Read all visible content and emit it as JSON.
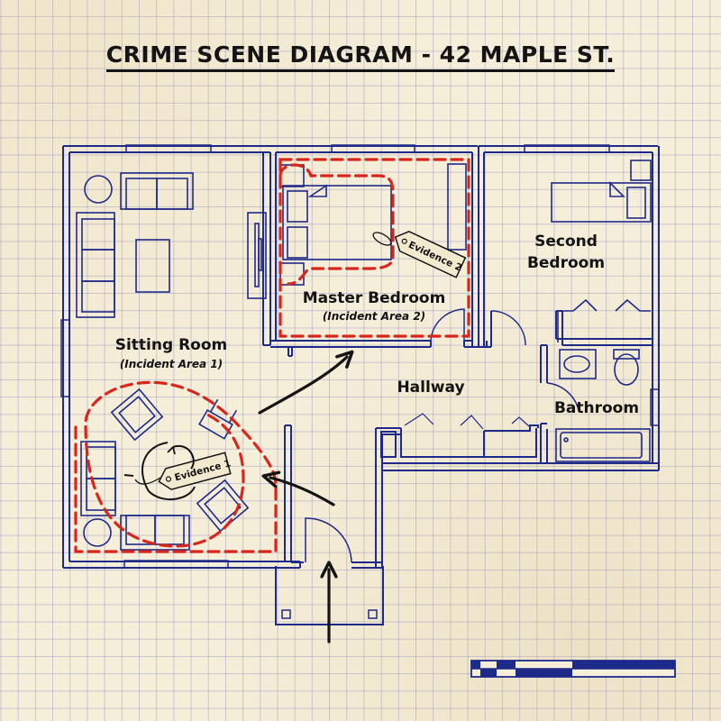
{
  "title": "CRIME SCENE DIAGRAM - 42 MAPLE ST.",
  "colors": {
    "paper": "#f5eed9",
    "grid": "#8888c0",
    "wall": "#1e2a8a",
    "incident_zone": "#d9261c",
    "ink": "#141414",
    "tag": "#f3e9cf"
  },
  "rooms": [
    {
      "id": "sitting-room",
      "label": "Sitting Room",
      "sublabel": "(Incident Area 1)"
    },
    {
      "id": "master-bedroom",
      "label": "Master Bedroom",
      "sublabel": "(Incident Area 2)"
    },
    {
      "id": "second-bedroom",
      "label": "Second",
      "label_line2": "Bedroom"
    },
    {
      "id": "hallway",
      "label": "Hallway"
    },
    {
      "id": "bathroom",
      "label": "Bathroom"
    }
  ],
  "evidence": [
    {
      "id": "evidence-1",
      "label": "Evidence 1",
      "location": "Sitting Room"
    },
    {
      "id": "evidence-2",
      "label": "Evidence 2",
      "location": "Master Bedroom"
    }
  ],
  "annotations": {
    "arrows": [
      {
        "id": "entry-arrow",
        "description": "Entry from front door"
      },
      {
        "id": "to-sitting-room-arrow",
        "description": "Path into sitting room"
      },
      {
        "id": "to-master-bedroom-arrow",
        "description": "Path to master bedroom"
      }
    ],
    "incident_zones": 2
  },
  "scale_bar": {
    "segments": 6
  }
}
